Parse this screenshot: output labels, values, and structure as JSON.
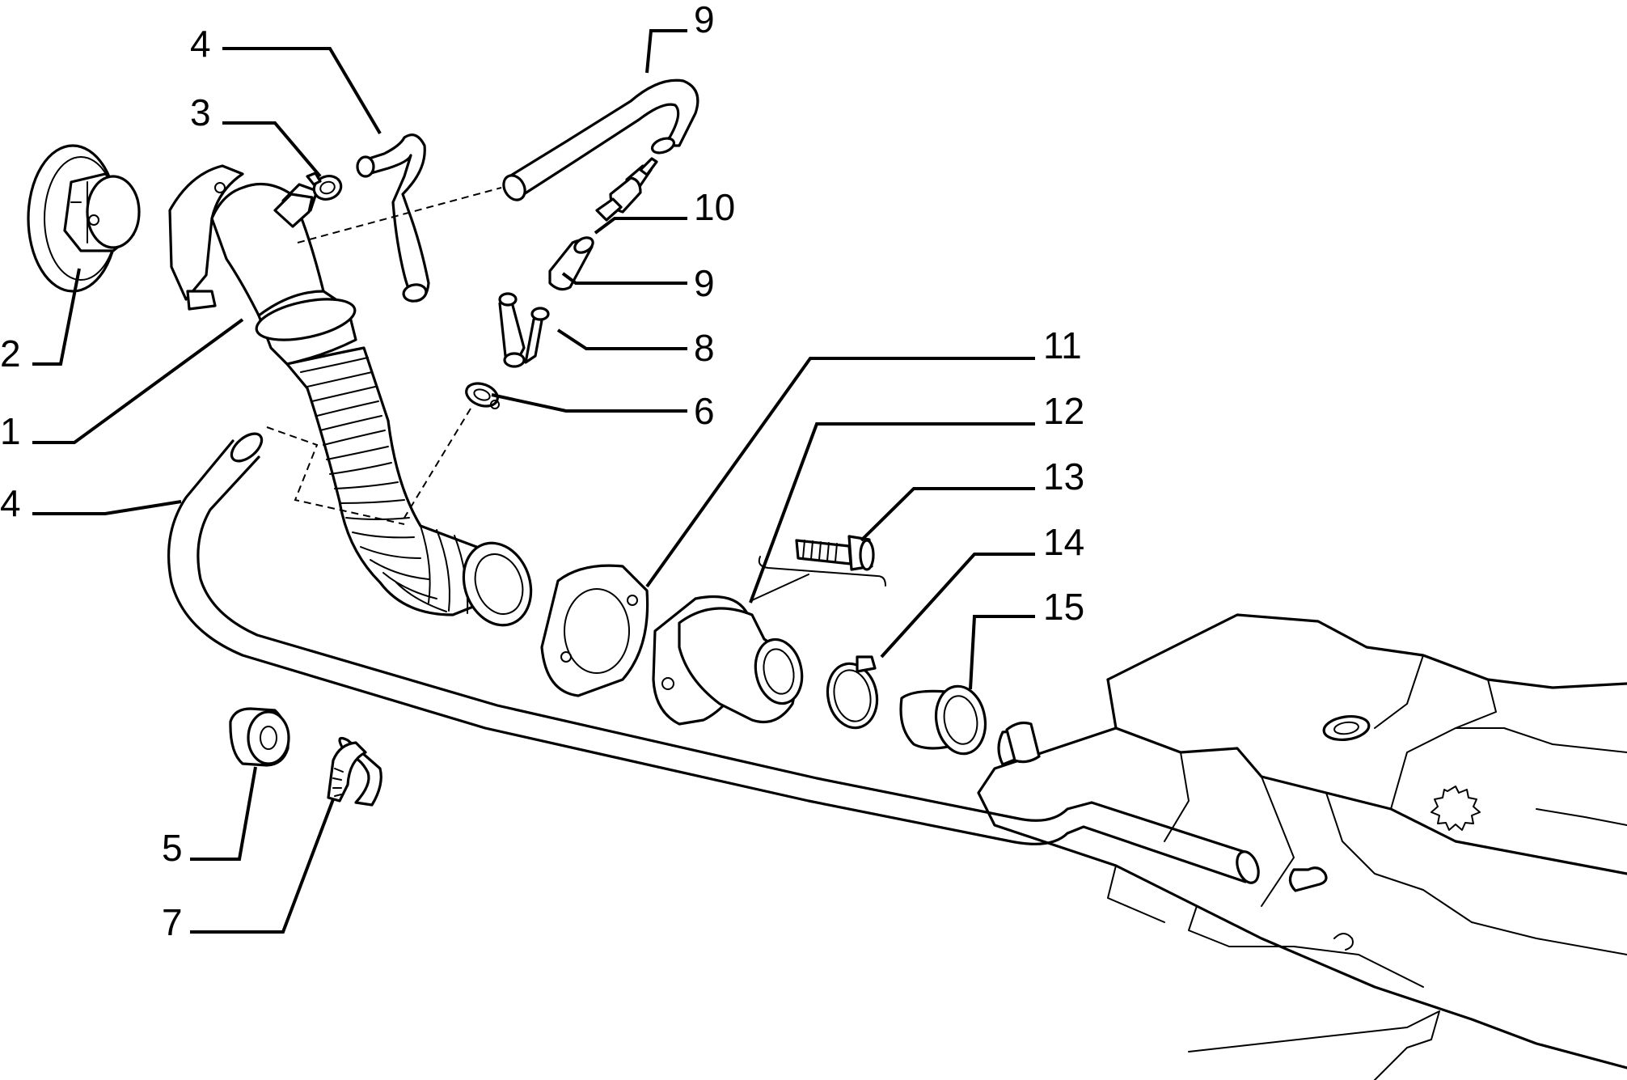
{
  "callouts": [
    {
      "id": "c4a",
      "text": "4"
    },
    {
      "id": "c3",
      "text": "3"
    },
    {
      "id": "c2",
      "text": "2"
    },
    {
      "id": "c1",
      "text": "1"
    },
    {
      "id": "c4b",
      "text": "4"
    },
    {
      "id": "c9a",
      "text": "9"
    },
    {
      "id": "c10",
      "text": "10"
    },
    {
      "id": "c9b",
      "text": "9"
    },
    {
      "id": "c8",
      "text": "8"
    },
    {
      "id": "c6",
      "text": "6"
    },
    {
      "id": "c11",
      "text": "11"
    },
    {
      "id": "c12",
      "text": "12"
    },
    {
      "id": "c13",
      "text": "13"
    },
    {
      "id": "c14",
      "text": "14"
    },
    {
      "id": "c15",
      "text": "15"
    },
    {
      "id": "c5",
      "text": "5"
    },
    {
      "id": "c7",
      "text": "7"
    }
  ],
  "colors": {
    "line": "#000000",
    "background": "#ffffff"
  }
}
